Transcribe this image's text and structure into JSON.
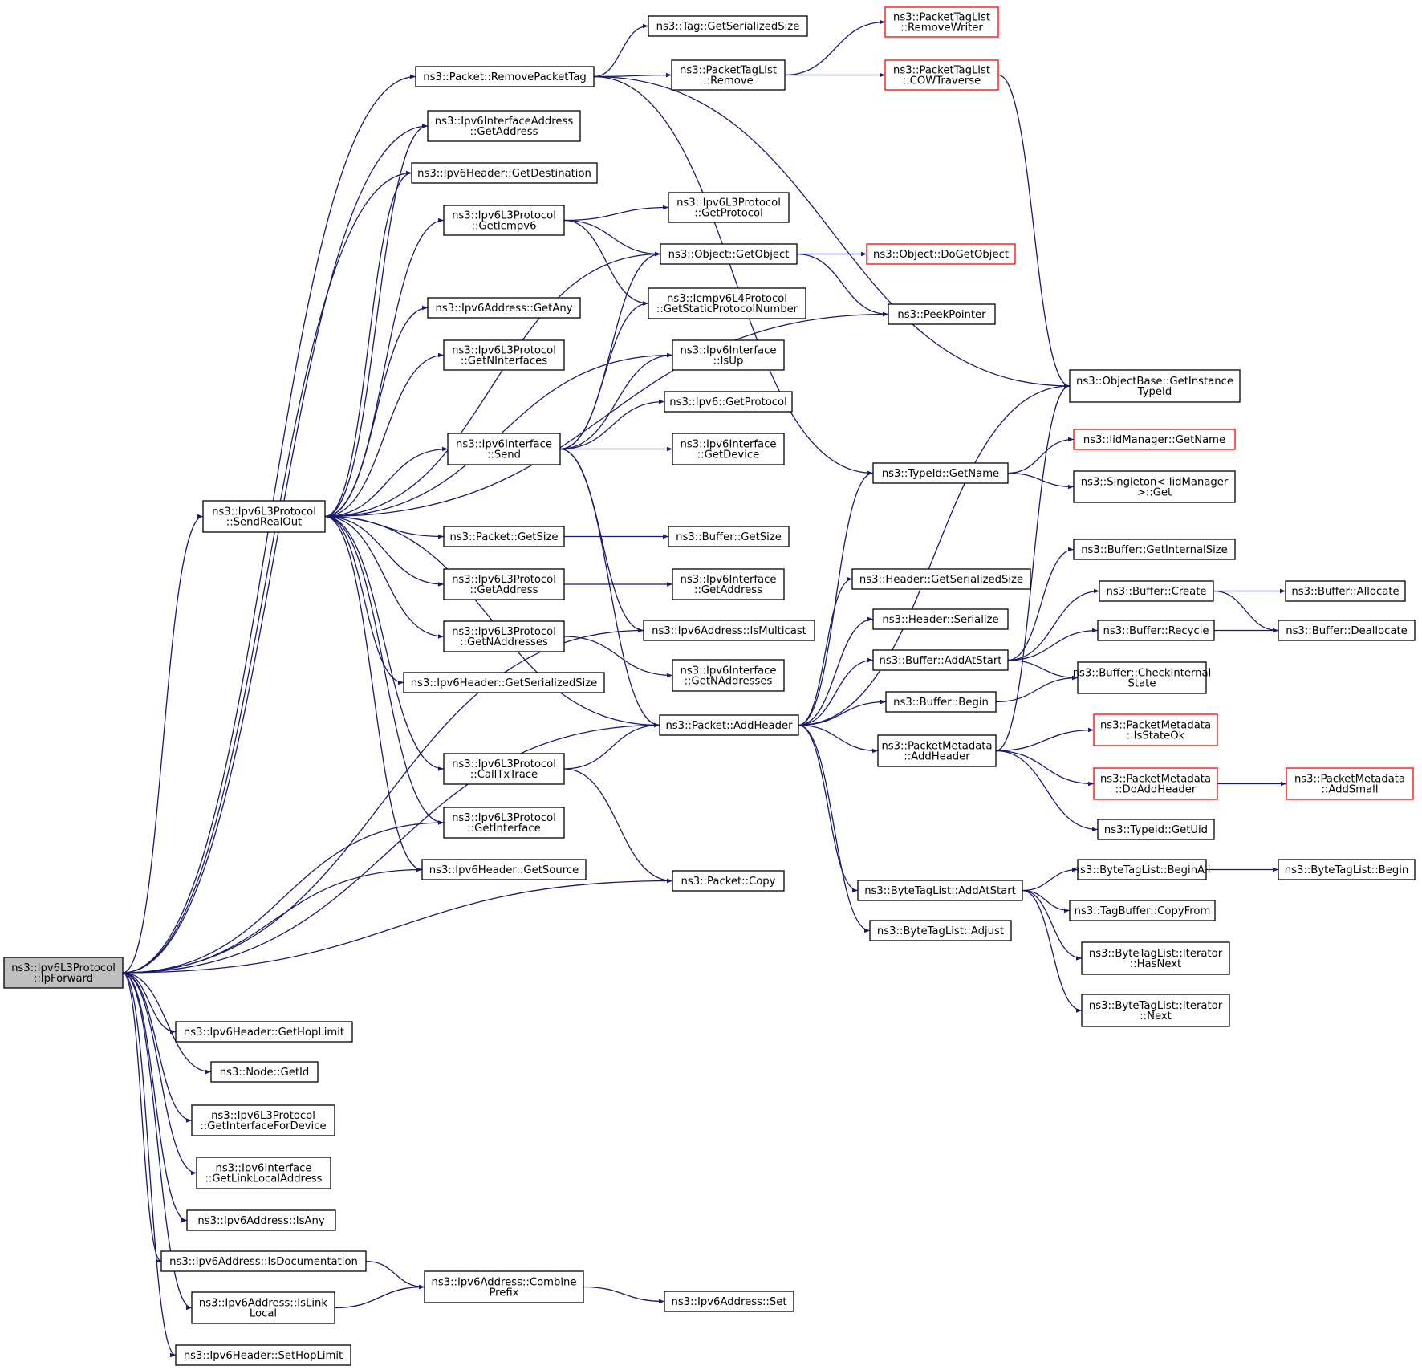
{
  "graph": {
    "root": "ipforward",
    "colors": {
      "edge": "#191970",
      "node_border": "#000000",
      "truncated_border": "#ff0000",
      "root_fill": "#bfbfbf",
      "node_fill": "#ffffff"
    },
    "nodes": [
      {
        "id": "ipforward",
        "lines": [
          "ns3::Ipv6L3Protocol",
          "::IpForward"
        ],
        "root": true
      },
      {
        "id": "removepackettag",
        "lines": [
          "ns3::Packet::RemovePacketTag"
        ]
      },
      {
        "id": "tag_getserializedsize",
        "lines": [
          "ns3::Tag::GetSerializedSize"
        ]
      },
      {
        "id": "ptl_removewriter",
        "lines": [
          "ns3::PacketTagList",
          "::RemoveWriter"
        ],
        "truncated": true
      },
      {
        "id": "ptl_remove",
        "lines": [
          "ns3::PacketTagList",
          "::Remove"
        ]
      },
      {
        "id": "ptl_cowtraverse",
        "lines": [
          "ns3::PacketTagList",
          "::COWTraverse"
        ],
        "truncated": true
      },
      {
        "id": "ifaceaddr_getaddress",
        "lines": [
          "ns3::Ipv6InterfaceAddress",
          "::GetAddress"
        ]
      },
      {
        "id": "hdr_getdestination",
        "lines": [
          "ns3::Ipv6Header::GetDestination"
        ]
      },
      {
        "id": "l3_geticmpv6",
        "lines": [
          "ns3::Ipv6L3Protocol",
          "::GetIcmpv6"
        ]
      },
      {
        "id": "l3_getprotocol",
        "lines": [
          "ns3::Ipv6L3Protocol",
          "::GetProtocol"
        ]
      },
      {
        "id": "object_getobject",
        "lines": [
          "ns3::Object::GetObject"
        ]
      },
      {
        "id": "object_dogetobject",
        "lines": [
          "ns3::Object::DoGetObject"
        ],
        "truncated": true
      },
      {
        "id": "icmpv6_getstaticprotocolnumber",
        "lines": [
          "ns3::Icmpv6L4Protocol",
          "::GetStaticProtocolNumber"
        ]
      },
      {
        "id": "peekpointer",
        "lines": [
          "ns3::PeekPointer"
        ]
      },
      {
        "id": "addr_getany",
        "lines": [
          "ns3::Ipv6Address::GetAny"
        ]
      },
      {
        "id": "l3_getninterfaces",
        "lines": [
          "ns3::Ipv6L3Protocol",
          "::GetNInterfaces"
        ]
      },
      {
        "id": "iface_isup",
        "lines": [
          "ns3::Ipv6Interface",
          "::IsUp"
        ]
      },
      {
        "id": "objectbase_getinstancetypeid",
        "lines": [
          "ns3::ObjectBase::GetInstance",
          "TypeId"
        ]
      },
      {
        "id": "ipv6_getprotocol",
        "lines": [
          "ns3::Ipv6::GetProtocol"
        ]
      },
      {
        "id": "iface_send",
        "lines": [
          "ns3::Ipv6Interface",
          "::Send"
        ]
      },
      {
        "id": "iface_getdevice",
        "lines": [
          "ns3::Ipv6Interface",
          "::GetDevice"
        ]
      },
      {
        "id": "iidmanager_getname",
        "lines": [
          "ns3::IidManager::GetName"
        ],
        "truncated": true
      },
      {
        "id": "typeid_getname",
        "lines": [
          "ns3::TypeId::GetName"
        ]
      },
      {
        "id": "singleton_get",
        "lines": [
          "ns3::Singleton< IidManager",
          ">::Get"
        ]
      },
      {
        "id": "l3_sendrealout",
        "lines": [
          "ns3::Ipv6L3Protocol",
          "::SendRealOut"
        ]
      },
      {
        "id": "packet_getsize",
        "lines": [
          "ns3::Packet::GetSize"
        ]
      },
      {
        "id": "buffer_getsize",
        "lines": [
          "ns3::Buffer::GetSize"
        ]
      },
      {
        "id": "buffer_getinternalsize",
        "lines": [
          "ns3::Buffer::GetInternalSize"
        ]
      },
      {
        "id": "header_getserializedsize",
        "lines": [
          "ns3::Header::GetSerializedSize"
        ]
      },
      {
        "id": "l3_getaddress",
        "lines": [
          "ns3::Ipv6L3Protocol",
          "::GetAddress"
        ]
      },
      {
        "id": "iface_getaddress",
        "lines": [
          "ns3::Ipv6Interface",
          "::GetAddress"
        ]
      },
      {
        "id": "buffer_create",
        "lines": [
          "ns3::Buffer::Create"
        ]
      },
      {
        "id": "buffer_allocate",
        "lines": [
          "ns3::Buffer::Allocate"
        ]
      },
      {
        "id": "header_serialize",
        "lines": [
          "ns3::Header::Serialize"
        ]
      },
      {
        "id": "addr_ismulticast",
        "lines": [
          "ns3::Ipv6Address::IsMulticast"
        ]
      },
      {
        "id": "buffer_recycle",
        "lines": [
          "ns3::Buffer::Recycle"
        ]
      },
      {
        "id": "buffer_deallocate",
        "lines": [
          "ns3::Buffer::Deallocate"
        ]
      },
      {
        "id": "l3_getnaddresses",
        "lines": [
          "ns3::Ipv6L3Protocol",
          "::GetNAddresses"
        ]
      },
      {
        "id": "buffer_addatstart",
        "lines": [
          "ns3::Buffer::AddAtStart"
        ]
      },
      {
        "id": "hdr_getserializedsize",
        "lines": [
          "ns3::Ipv6Header::GetSerializedSize"
        ]
      },
      {
        "id": "iface_getnaddresses",
        "lines": [
          "ns3::Ipv6Interface",
          "::GetNAddresses"
        ]
      },
      {
        "id": "buffer_checkinternalstate",
        "lines": [
          "ns3::Buffer::CheckInternal",
          "State"
        ]
      },
      {
        "id": "buffer_begin",
        "lines": [
          "ns3::Buffer::Begin"
        ]
      },
      {
        "id": "packet_addheader",
        "lines": [
          "ns3::Packet::AddHeader"
        ]
      },
      {
        "id": "pm_isstateok",
        "lines": [
          "ns3::PacketMetadata",
          "::IsStateOk"
        ],
        "truncated": true
      },
      {
        "id": "pm_addheader",
        "lines": [
          "ns3::PacketMetadata",
          "::AddHeader"
        ]
      },
      {
        "id": "l3_calltxtrace",
        "lines": [
          "ns3::Ipv6L3Protocol",
          "::CallTxTrace"
        ]
      },
      {
        "id": "pm_doaddheader",
        "lines": [
          "ns3::PacketMetadata",
          "::DoAddHeader"
        ],
        "truncated": true
      },
      {
        "id": "pm_addsmall",
        "lines": [
          "ns3::PacketMetadata",
          "::AddSmall"
        ],
        "truncated": true
      },
      {
        "id": "l3_getinterface",
        "lines": [
          "ns3::Ipv6L3Protocol",
          "::GetInterface"
        ]
      },
      {
        "id": "typeid_getuid",
        "lines": [
          "ns3::TypeId::GetUid"
        ]
      },
      {
        "id": "hdr_getsource",
        "lines": [
          "ns3::Ipv6Header::GetSource"
        ]
      },
      {
        "id": "packet_copy",
        "lines": [
          "ns3::Packet::Copy"
        ]
      },
      {
        "id": "btl_beginall",
        "lines": [
          "ns3::ByteTagList::BeginAll"
        ]
      },
      {
        "id": "btl_begin",
        "lines": [
          "ns3::ByteTagList::Begin"
        ]
      },
      {
        "id": "btl_addatstart",
        "lines": [
          "ns3::ByteTagList::AddAtStart"
        ]
      },
      {
        "id": "tagbuffer_copyfrom",
        "lines": [
          "ns3::TagBuffer::CopyFrom"
        ]
      },
      {
        "id": "btl_adjust",
        "lines": [
          "ns3::ByteTagList::Adjust"
        ]
      },
      {
        "id": "btl_iter_hasnext",
        "lines": [
          "ns3::ByteTagList::Iterator",
          "::HasNext"
        ]
      },
      {
        "id": "btl_iter_next",
        "lines": [
          "ns3::ByteTagList::Iterator",
          "::Next"
        ]
      },
      {
        "id": "hdr_gethoplimit",
        "lines": [
          "ns3::Ipv6Header::GetHopLimit"
        ]
      },
      {
        "id": "node_getid",
        "lines": [
          "ns3::Node::GetId"
        ]
      },
      {
        "id": "l3_getinterfacefordevice",
        "lines": [
          "ns3::Ipv6L3Protocol",
          "::GetInterfaceForDevice"
        ]
      },
      {
        "id": "iface_getlinklocaladdress",
        "lines": [
          "ns3::Ipv6Interface",
          "::GetLinkLocalAddress"
        ]
      },
      {
        "id": "addr_isany",
        "lines": [
          "ns3::Ipv6Address::IsAny"
        ]
      },
      {
        "id": "addr_isdocumentation",
        "lines": [
          "ns3::Ipv6Address::IsDocumentation"
        ]
      },
      {
        "id": "addr_combineprefix",
        "lines": [
          "ns3::Ipv6Address::Combine",
          "Prefix"
        ]
      },
      {
        "id": "addr_set",
        "lines": [
          "ns3::Ipv6Address::Set"
        ]
      },
      {
        "id": "addr_islinklocal",
        "lines": [
          "ns3::Ipv6Address::IsLink",
          "Local"
        ]
      },
      {
        "id": "hdr_sethoplimit",
        "lines": [
          "ns3::Ipv6Header::SetHopLimit"
        ]
      }
    ],
    "edges": [
      [
        "ipforward",
        "removepackettag"
      ],
      [
        "ipforward",
        "ifaceaddr_getaddress"
      ],
      [
        "ipforward",
        "hdr_getdestination"
      ],
      [
        "ipforward",
        "l3_sendrealout"
      ],
      [
        "ipforward",
        "l3_getinterface"
      ],
      [
        "ipforward",
        "hdr_getsource"
      ],
      [
        "ipforward",
        "addr_ismulticast"
      ],
      [
        "ipforward",
        "packet_addheader"
      ],
      [
        "ipforward",
        "packet_copy"
      ],
      [
        "ipforward",
        "hdr_gethoplimit"
      ],
      [
        "ipforward",
        "node_getid"
      ],
      [
        "ipforward",
        "l3_getinterfacefordevice"
      ],
      [
        "ipforward",
        "iface_getlinklocaladdress"
      ],
      [
        "ipforward",
        "addr_isany"
      ],
      [
        "ipforward",
        "addr_isdocumentation"
      ],
      [
        "ipforward",
        "addr_islinklocal"
      ],
      [
        "ipforward",
        "hdr_sethoplimit"
      ],
      [
        "removepackettag",
        "tag_getserializedsize"
      ],
      [
        "removepackettag",
        "ptl_remove"
      ],
      [
        "removepackettag",
        "objectbase_getinstancetypeid"
      ],
      [
        "removepackettag",
        "typeid_getname"
      ],
      [
        "ptl_remove",
        "ptl_removewriter"
      ],
      [
        "ptl_remove",
        "ptl_cowtraverse"
      ],
      [
        "ptl_cowtraverse",
        "objectbase_getinstancetypeid"
      ],
      [
        "l3_geticmpv6",
        "l3_getprotocol"
      ],
      [
        "l3_geticmpv6",
        "object_getobject"
      ],
      [
        "l3_geticmpv6",
        "icmpv6_getstaticprotocolnumber"
      ],
      [
        "object_getobject",
        "object_dogetobject"
      ],
      [
        "object_getobject",
        "peekpointer"
      ],
      [
        "l3_sendrealout",
        "ifaceaddr_getaddress"
      ],
      [
        "l3_sendrealout",
        "hdr_getdestination"
      ],
      [
        "l3_sendrealout",
        "l3_geticmpv6"
      ],
      [
        "l3_sendrealout",
        "object_getobject"
      ],
      [
        "l3_sendrealout",
        "addr_getany"
      ],
      [
        "l3_sendrealout",
        "l3_getninterfaces"
      ],
      [
        "l3_sendrealout",
        "iface_isup"
      ],
      [
        "l3_sendrealout",
        "iface_send"
      ],
      [
        "l3_sendrealout",
        "peekpointer"
      ],
      [
        "l3_sendrealout",
        "packet_getsize"
      ],
      [
        "l3_sendrealout",
        "l3_getaddress"
      ],
      [
        "l3_sendrealout",
        "l3_getnaddresses"
      ],
      [
        "l3_sendrealout",
        "hdr_getserializedsize"
      ],
      [
        "l3_sendrealout",
        "packet_addheader"
      ],
      [
        "l3_sendrealout",
        "l3_calltxtrace"
      ],
      [
        "l3_sendrealout",
        "l3_getinterface"
      ],
      [
        "l3_sendrealout",
        "hdr_getsource"
      ],
      [
        "iface_send",
        "object_getobject"
      ],
      [
        "iface_send",
        "icmpv6_getstaticprotocolnumber"
      ],
      [
        "iface_send",
        "iface_isup"
      ],
      [
        "iface_send",
        "ipv6_getprotocol"
      ],
      [
        "iface_send",
        "iface_getdevice"
      ],
      [
        "iface_send",
        "addr_ismulticast"
      ],
      [
        "iface_send",
        "packet_addheader"
      ],
      [
        "typeid_getname",
        "iidmanager_getname"
      ],
      [
        "typeid_getname",
        "singleton_get"
      ],
      [
        "packet_getsize",
        "buffer_getsize"
      ],
      [
        "l3_getaddress",
        "iface_getaddress"
      ],
      [
        "l3_getnaddresses",
        "iface_getnaddresses"
      ],
      [
        "buffer_create",
        "buffer_allocate"
      ],
      [
        "buffer_create",
        "buffer_deallocate"
      ],
      [
        "buffer_recycle",
        "buffer_deallocate"
      ],
      [
        "buffer_addatstart",
        "buffer_getinternalsize"
      ],
      [
        "buffer_addatstart",
        "buffer_create"
      ],
      [
        "buffer_addatstart",
        "buffer_recycle"
      ],
      [
        "buffer_addatstart",
        "buffer_checkinternalstate"
      ],
      [
        "buffer_begin",
        "buffer_checkinternalstate"
      ],
      [
        "packet_addheader",
        "objectbase_getinstancetypeid"
      ],
      [
        "packet_addheader",
        "typeid_getname"
      ],
      [
        "packet_addheader",
        "header_getserializedsize"
      ],
      [
        "packet_addheader",
        "header_serialize"
      ],
      [
        "packet_addheader",
        "buffer_addatstart"
      ],
      [
        "packet_addheader",
        "buffer_begin"
      ],
      [
        "packet_addheader",
        "pm_addheader"
      ],
      [
        "packet_addheader",
        "btl_addatstart"
      ],
      [
        "packet_addheader",
        "btl_adjust"
      ],
      [
        "pm_addheader",
        "objectbase_getinstancetypeid"
      ],
      [
        "pm_addheader",
        "pm_isstateok"
      ],
      [
        "pm_addheader",
        "pm_doaddheader"
      ],
      [
        "pm_addheader",
        "typeid_getuid"
      ],
      [
        "pm_doaddheader",
        "pm_addsmall"
      ],
      [
        "l3_calltxtrace",
        "packet_addheader"
      ],
      [
        "l3_calltxtrace",
        "packet_copy"
      ],
      [
        "btl_addatstart",
        "btl_beginall"
      ],
      [
        "btl_addatstart",
        "tagbuffer_copyfrom"
      ],
      [
        "btl_addatstart",
        "btl_iter_hasnext"
      ],
      [
        "btl_addatstart",
        "btl_iter_next"
      ],
      [
        "btl_beginall",
        "btl_begin"
      ],
      [
        "addr_isdocumentation",
        "addr_combineprefix"
      ],
      [
        "addr_islinklocal",
        "addr_combineprefix"
      ],
      [
        "addr_combineprefix",
        "addr_set"
      ]
    ]
  }
}
